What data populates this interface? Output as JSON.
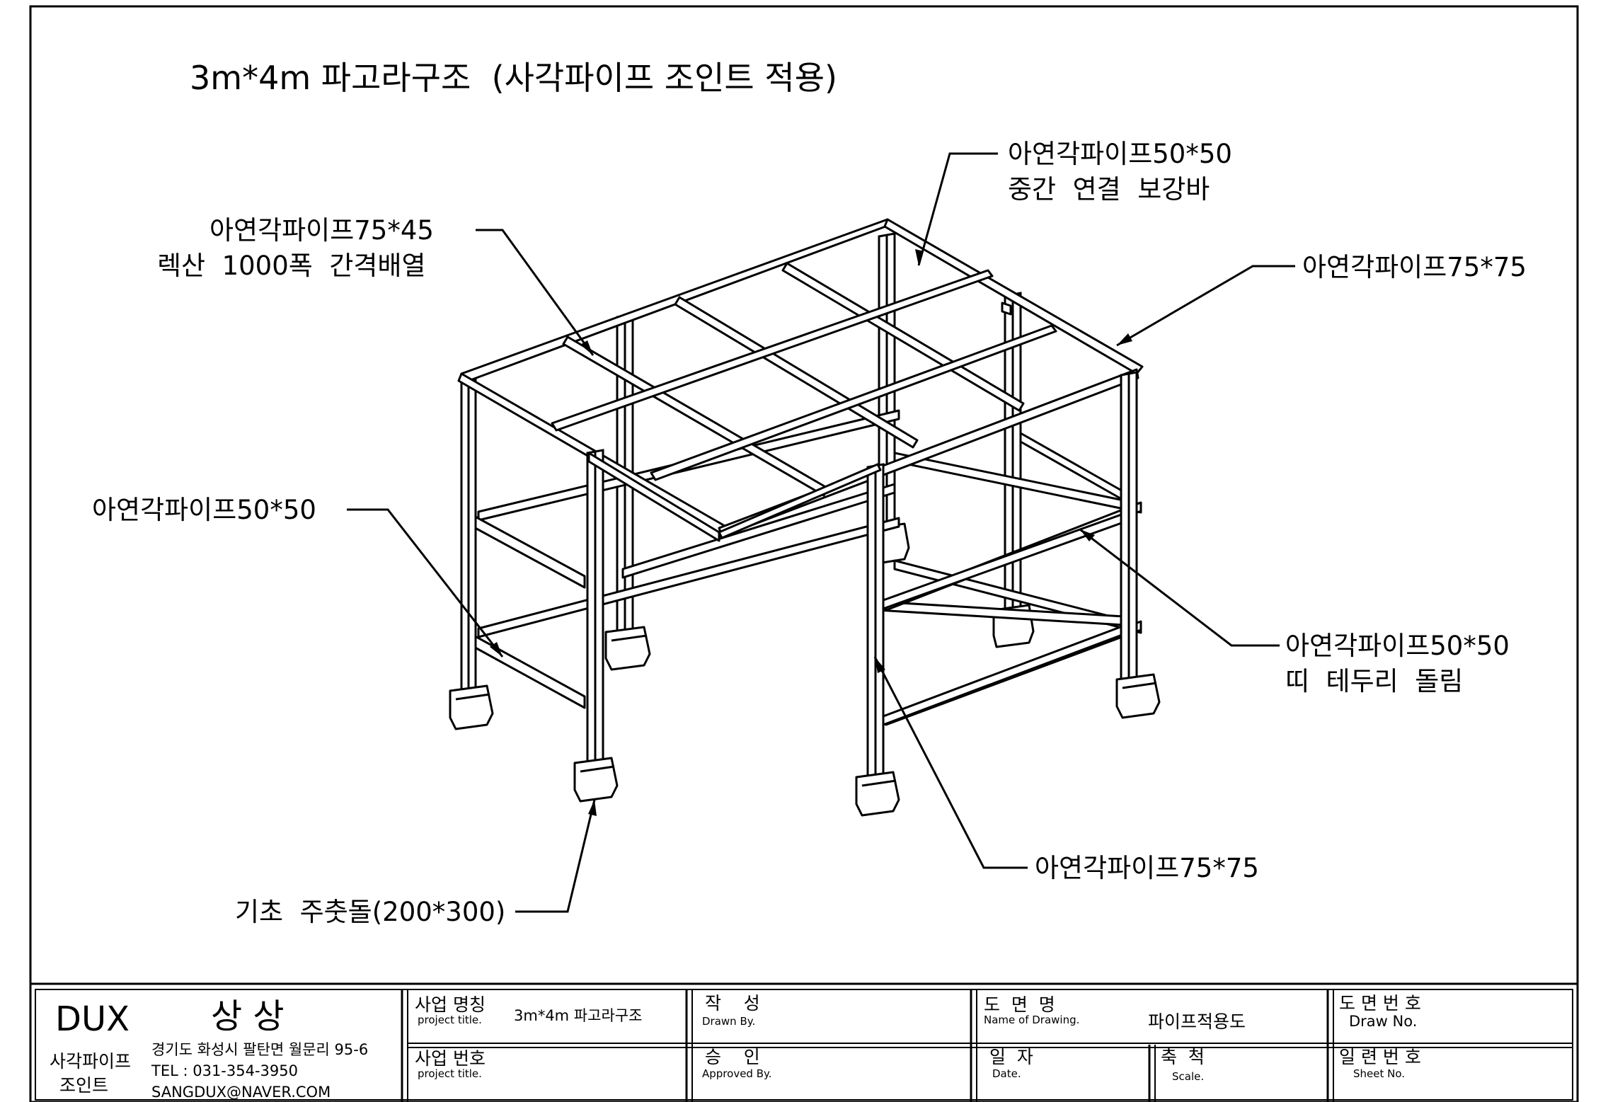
{
  "drawing": {
    "title": "3m*4m 파고라구조  (사각파이프 조인트 적용)",
    "callouts": {
      "mid_brace_l1": "아연각파이프50*50",
      "mid_brace_l2": "중간  연결  보강바",
      "lexan_l1": "아연각파이프75*45",
      "lexan_l2": "렉산  1000폭  간격배열",
      "top_beam": "아연각파이프75*75",
      "left_rail": "아연각파이프50*50",
      "band_l1": "아연각파이프50*50",
      "band_l2": "띠  테두리  돌림",
      "post": "아연각파이프75*75",
      "footing": "기초  주춧돌(200*300)"
    }
  },
  "title_block": {
    "company": {
      "logo": "DUX",
      "name": "상 상",
      "product_l1": "사각파이프",
      "product_l2": "조인트",
      "address": "경기도 화성시 팔탄면 월문리 95-6",
      "tel": "TEL : 031-354-3950",
      "email": "SANGDUX@NAVER.COM"
    },
    "project_name": {
      "label_ko": "사업 명칭",
      "label_en": "project title.",
      "value": "3m*4m 파고라구조"
    },
    "project_number": {
      "label_ko": "사업 번호",
      "label_en": "project title.",
      "value": ""
    },
    "drawn_by": {
      "label_ko": "작    성",
      "label_en": "Drawn By.",
      "value": ""
    },
    "approved_by": {
      "label_ko": "승    인",
      "label_en": "Approved By.",
      "value": ""
    },
    "drawing_name": {
      "label_ko": "도  면  명",
      "label_en": "Name of Drawing.",
      "value": "파이프적용도"
    },
    "date": {
      "label_ko": "일  자",
      "label_en": "Date.",
      "value": ""
    },
    "scale": {
      "label_ko": "축  척",
      "label_en": "Scale.",
      "value": ""
    },
    "drawing_no": {
      "label_ko": "도 면 번 호",
      "label_en": "Draw No.",
      "value": ""
    },
    "sheet_no": {
      "label_ko": "일 련 번 호",
      "label_en": "Sheet No.",
      "value": ""
    }
  }
}
